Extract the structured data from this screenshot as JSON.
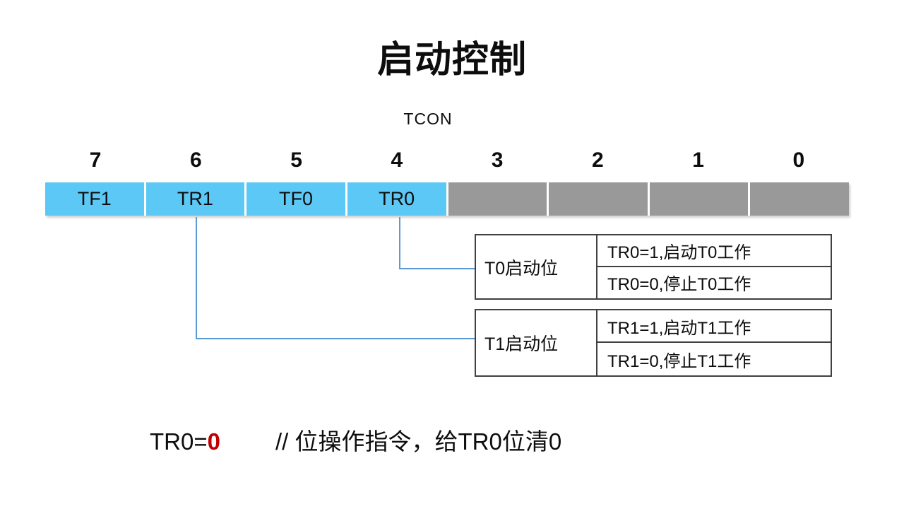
{
  "title": "启动控制",
  "register": {
    "name": "TCON",
    "bit_numbers": [
      "7",
      "6",
      "5",
      "4",
      "3",
      "2",
      "1",
      "0"
    ],
    "cells": [
      {
        "label": "TF1",
        "type": "active"
      },
      {
        "label": "TR1",
        "type": "active"
      },
      {
        "label": "TF0",
        "type": "active"
      },
      {
        "label": "TR0",
        "type": "active"
      },
      {
        "label": "",
        "type": "inactive"
      },
      {
        "label": "",
        "type": "inactive"
      },
      {
        "label": "",
        "type": "inactive"
      },
      {
        "label": "",
        "type": "inactive"
      }
    ],
    "active_color": "#5bc8f5",
    "inactive_color": "#999999"
  },
  "annotations": [
    {
      "bit": "TR0",
      "label": "T0启动位",
      "rows": [
        "TR0=1,启动T0工作",
        "TR0=0,停止T0工作"
      ]
    },
    {
      "bit": "TR1",
      "label": "T1启动位",
      "rows": [
        "TR1=1,启动T1工作",
        "TR1=0,停止T1工作"
      ]
    }
  ],
  "code_line": {
    "lhs": "TR0=",
    "value": "0",
    "comment": "// 位操作指令，给TR0位清0",
    "value_color": "#c00000"
  },
  "connector_color": "#5b9bd5"
}
